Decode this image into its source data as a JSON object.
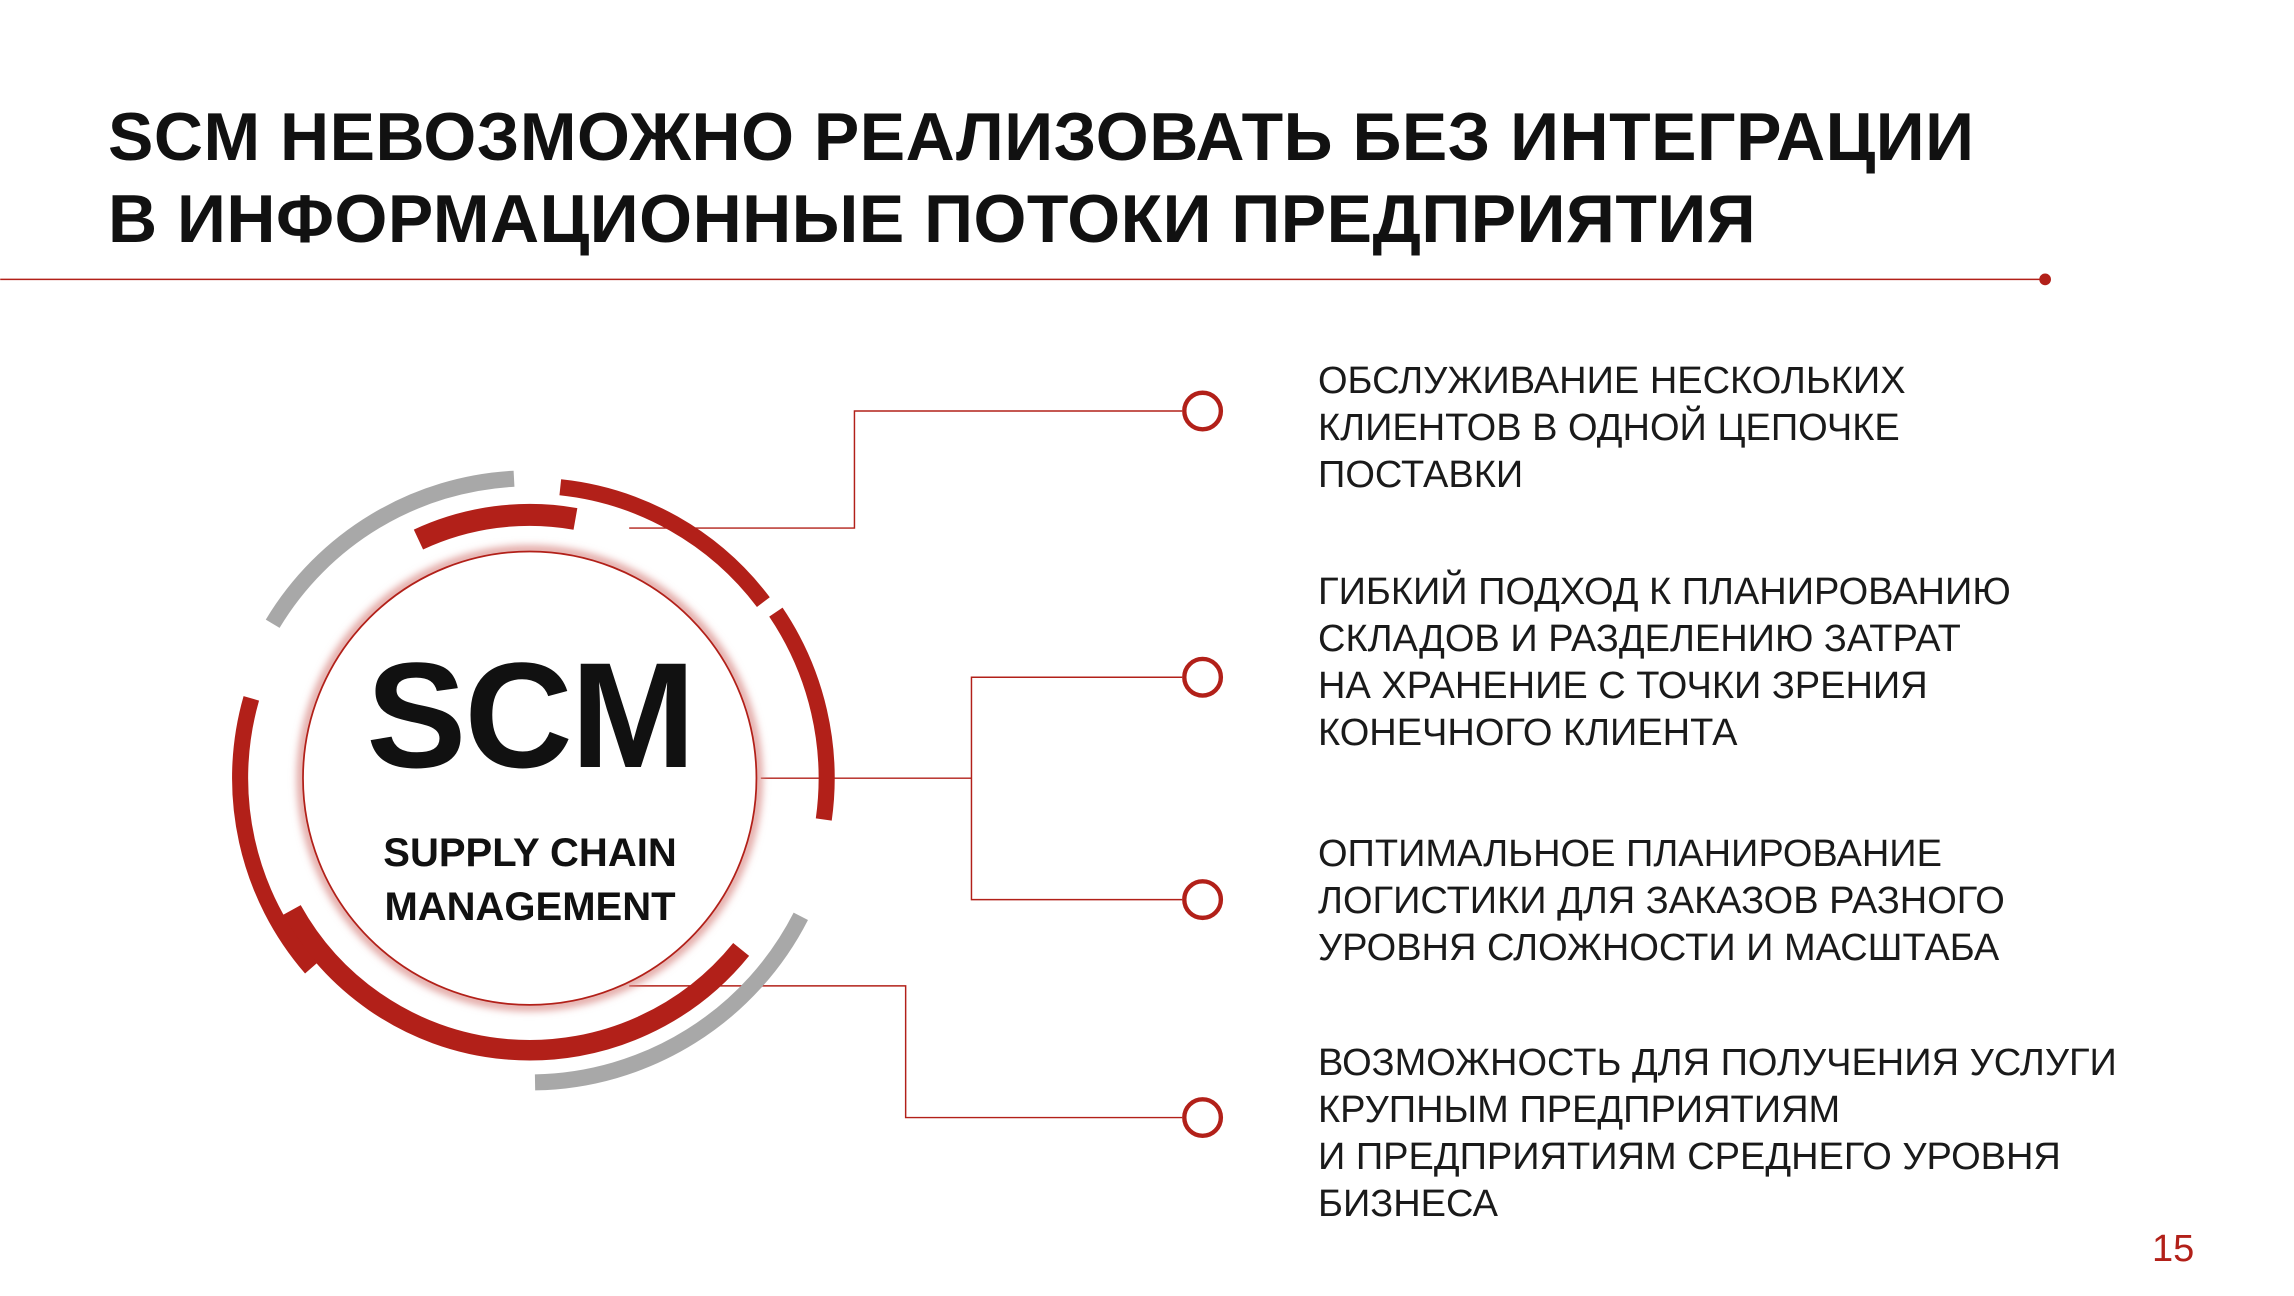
{
  "title": {
    "lines": [
      "SCM НЕВОЗМОЖНО РЕАЛИЗОВАТЬ БЕЗ ИНТЕГРАЦИИ",
      "В ИНФОРМАЦИОННЫЕ ПОТОКИ ПРЕДПРИЯТИЯ"
    ]
  },
  "emblem": {
    "abbr": "SCM",
    "line1": "SUPPLY CHAIN",
    "line2": "MANAGEMENT"
  },
  "items": [
    {
      "lines": [
        "ОБСЛУЖИВАНИЕ НЕСКОЛЬКИХ",
        "КЛИЕНТОВ В ОДНОЙ ЦЕПОЧКЕ",
        "ПОСТАВКИ"
      ]
    },
    {
      "lines": [
        "ГИБКИЙ ПОДХОД К ПЛАНИРОВАНИЮ",
        "СКЛАДОВ И РАЗДЕЛЕНИЮ ЗАТРАТ",
        "НА ХРАНЕНИЕ С ТОЧКИ ЗРЕНИЯ",
        "КОНЕЧНОГО КЛИЕНТА"
      ]
    },
    {
      "lines": [
        "ОПТИМАЛЬНОЕ ПЛАНИРОВАНИЕ",
        "ЛОГИСТИКИ ДЛЯ ЗАКАЗОВ РАЗНОГО",
        "УРОВНЯ СЛОЖНОСТИ И МАСШТАБА"
      ]
    },
    {
      "lines": [
        "ВОЗМОЖНОСТЬ ДЛЯ ПОЛУЧЕНИЯ УСЛУГИ",
        "КРУПНЫМ ПРЕДПРИЯТИЯМ",
        "И ПРЕДПРИЯТИЯМ СРЕДНЕГО УРОВНЯ",
        "БИЗНЕСА"
      ]
    }
  ],
  "page_number": "15",
  "colors": {
    "accent": "#b22019",
    "gray": "#a8a8a8",
    "text": "#111111"
  }
}
